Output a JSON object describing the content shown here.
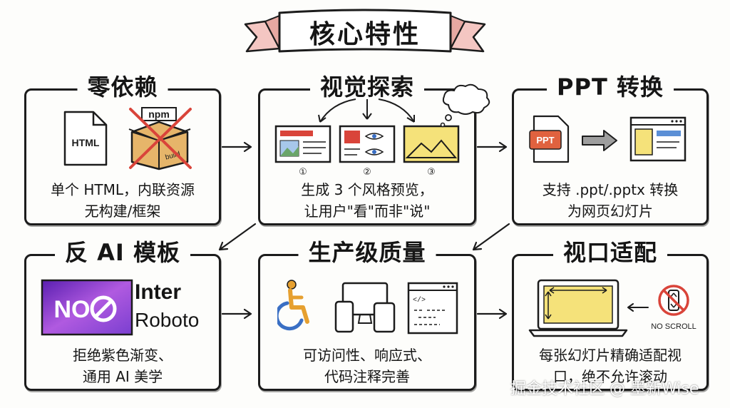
{
  "title": "核心特性",
  "cards": [
    {
      "title": "零依赖",
      "lines": [
        "单个 HTML，内联资源",
        "无构建/框架"
      ],
      "icons": [
        {
          "name": "html-file-icon",
          "label": "HTML"
        },
        {
          "name": "crossed-npm-box-icon",
          "label": "npm",
          "sublabel": "build"
        }
      ]
    },
    {
      "title": "视觉探索",
      "lines": [
        "生成 3 个风格预览，",
        "让用户\"看\"而非\"说\""
      ],
      "icons": [
        {
          "name": "preview-window-icon",
          "number": "①"
        },
        {
          "name": "preview-window-icon",
          "number": "②"
        },
        {
          "name": "preview-window-icon",
          "number": "③"
        },
        {
          "name": "thought-cloud-icon"
        }
      ]
    },
    {
      "title": "PPT 转换",
      "lines": [
        "支持 .ppt/.pptx 转换",
        "为网页幻灯片"
      ],
      "icons": [
        {
          "name": "ppt-file-icon",
          "label": "PPT"
        },
        {
          "name": "arrow-right-icon"
        },
        {
          "name": "webpage-icon"
        }
      ]
    },
    {
      "title": "反 AI 模板",
      "lines": [
        "拒绝紫色渐变、",
        "通用 AI 美学"
      ],
      "icons": [
        {
          "name": "no-purple-gradient-icon",
          "label": "NO"
        }
      ],
      "fonts": [
        "Inter",
        "Roboto"
      ]
    },
    {
      "title": "生产级质量",
      "lines": [
        "可访问性、响应式、",
        "代码注释完善"
      ],
      "icons": [
        {
          "name": "wheelchair-icon"
        },
        {
          "name": "devices-icon"
        },
        {
          "name": "code-window-icon",
          "label": "</>"
        }
      ]
    },
    {
      "title": "视口适配",
      "lines": [
        "每张幻灯片精确适配视",
        "口，绝不允许滚动"
      ],
      "icons": [
        {
          "name": "laptop-fit-icon"
        },
        {
          "name": "no-scroll-icon",
          "label": "NO SCROLL"
        }
      ]
    }
  ],
  "watermark": "掘金技术社区 @ 墨新Wise",
  "colors": {
    "ink": "#1c1c1c",
    "red": "#d9443a",
    "yellow": "#f5e27a",
    "blue": "#5b8fd6",
    "purple": "#7a3fd0",
    "paper": "#fdfdfb"
  }
}
